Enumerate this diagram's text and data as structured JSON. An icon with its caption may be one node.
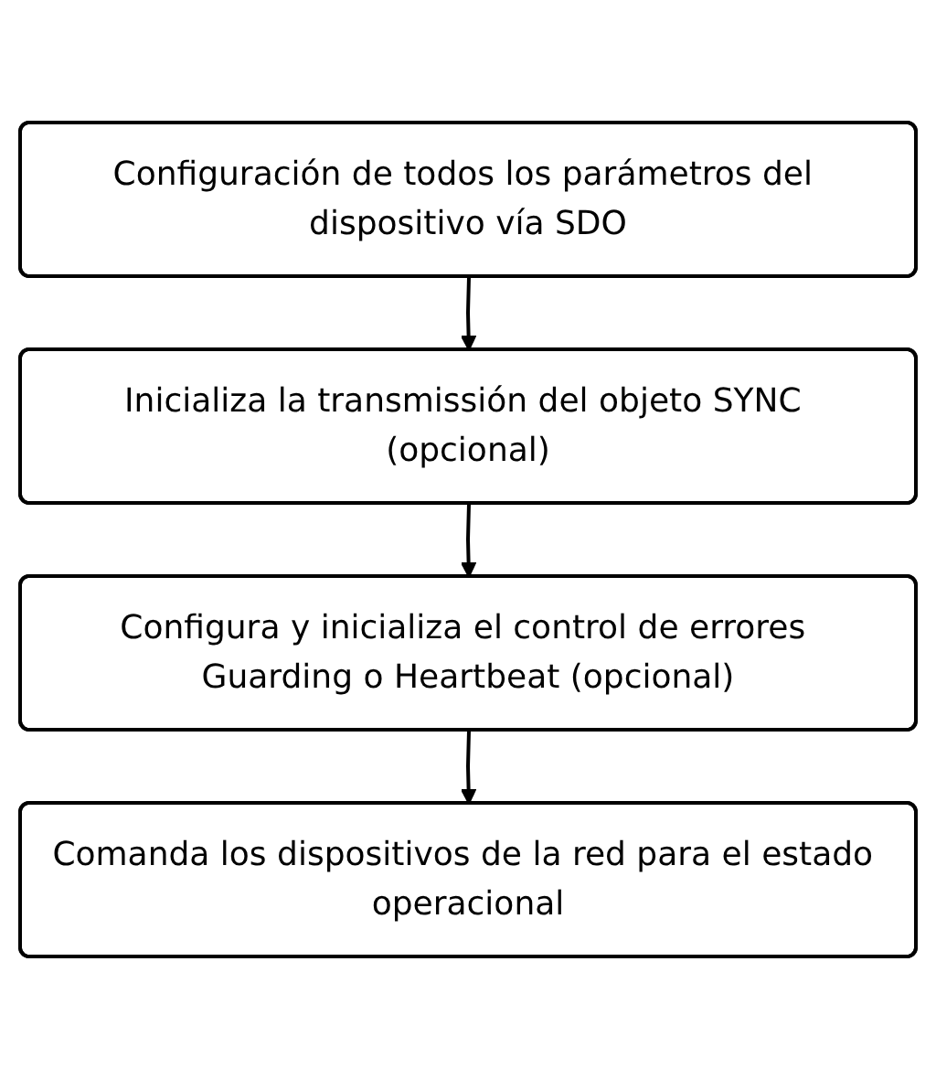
{
  "diagram": {
    "nodes": [
      {
        "text": [
          "Configuración de todos los parámetros del dispositivo vía SDO"
        ]
      },
      {
        "text": [
          "Inicializa la transmissión del objeto SYNC (opcional)"
        ]
      },
      {
        "text": [
          "Configura y inicializa el control de errores Guarding o Heartbeat (opcional)"
        ]
      },
      {
        "text": [
          "Comanda los dispositivos de la red para el estado operacional"
        ]
      }
    ],
    "edges": [
      {
        "from": 0,
        "to": 1,
        "arrow": "to"
      },
      {
        "from": 1,
        "to": 2,
        "arrow": "to"
      },
      {
        "from": 2,
        "to": 3,
        "arrow": "to"
      }
    ]
  }
}
